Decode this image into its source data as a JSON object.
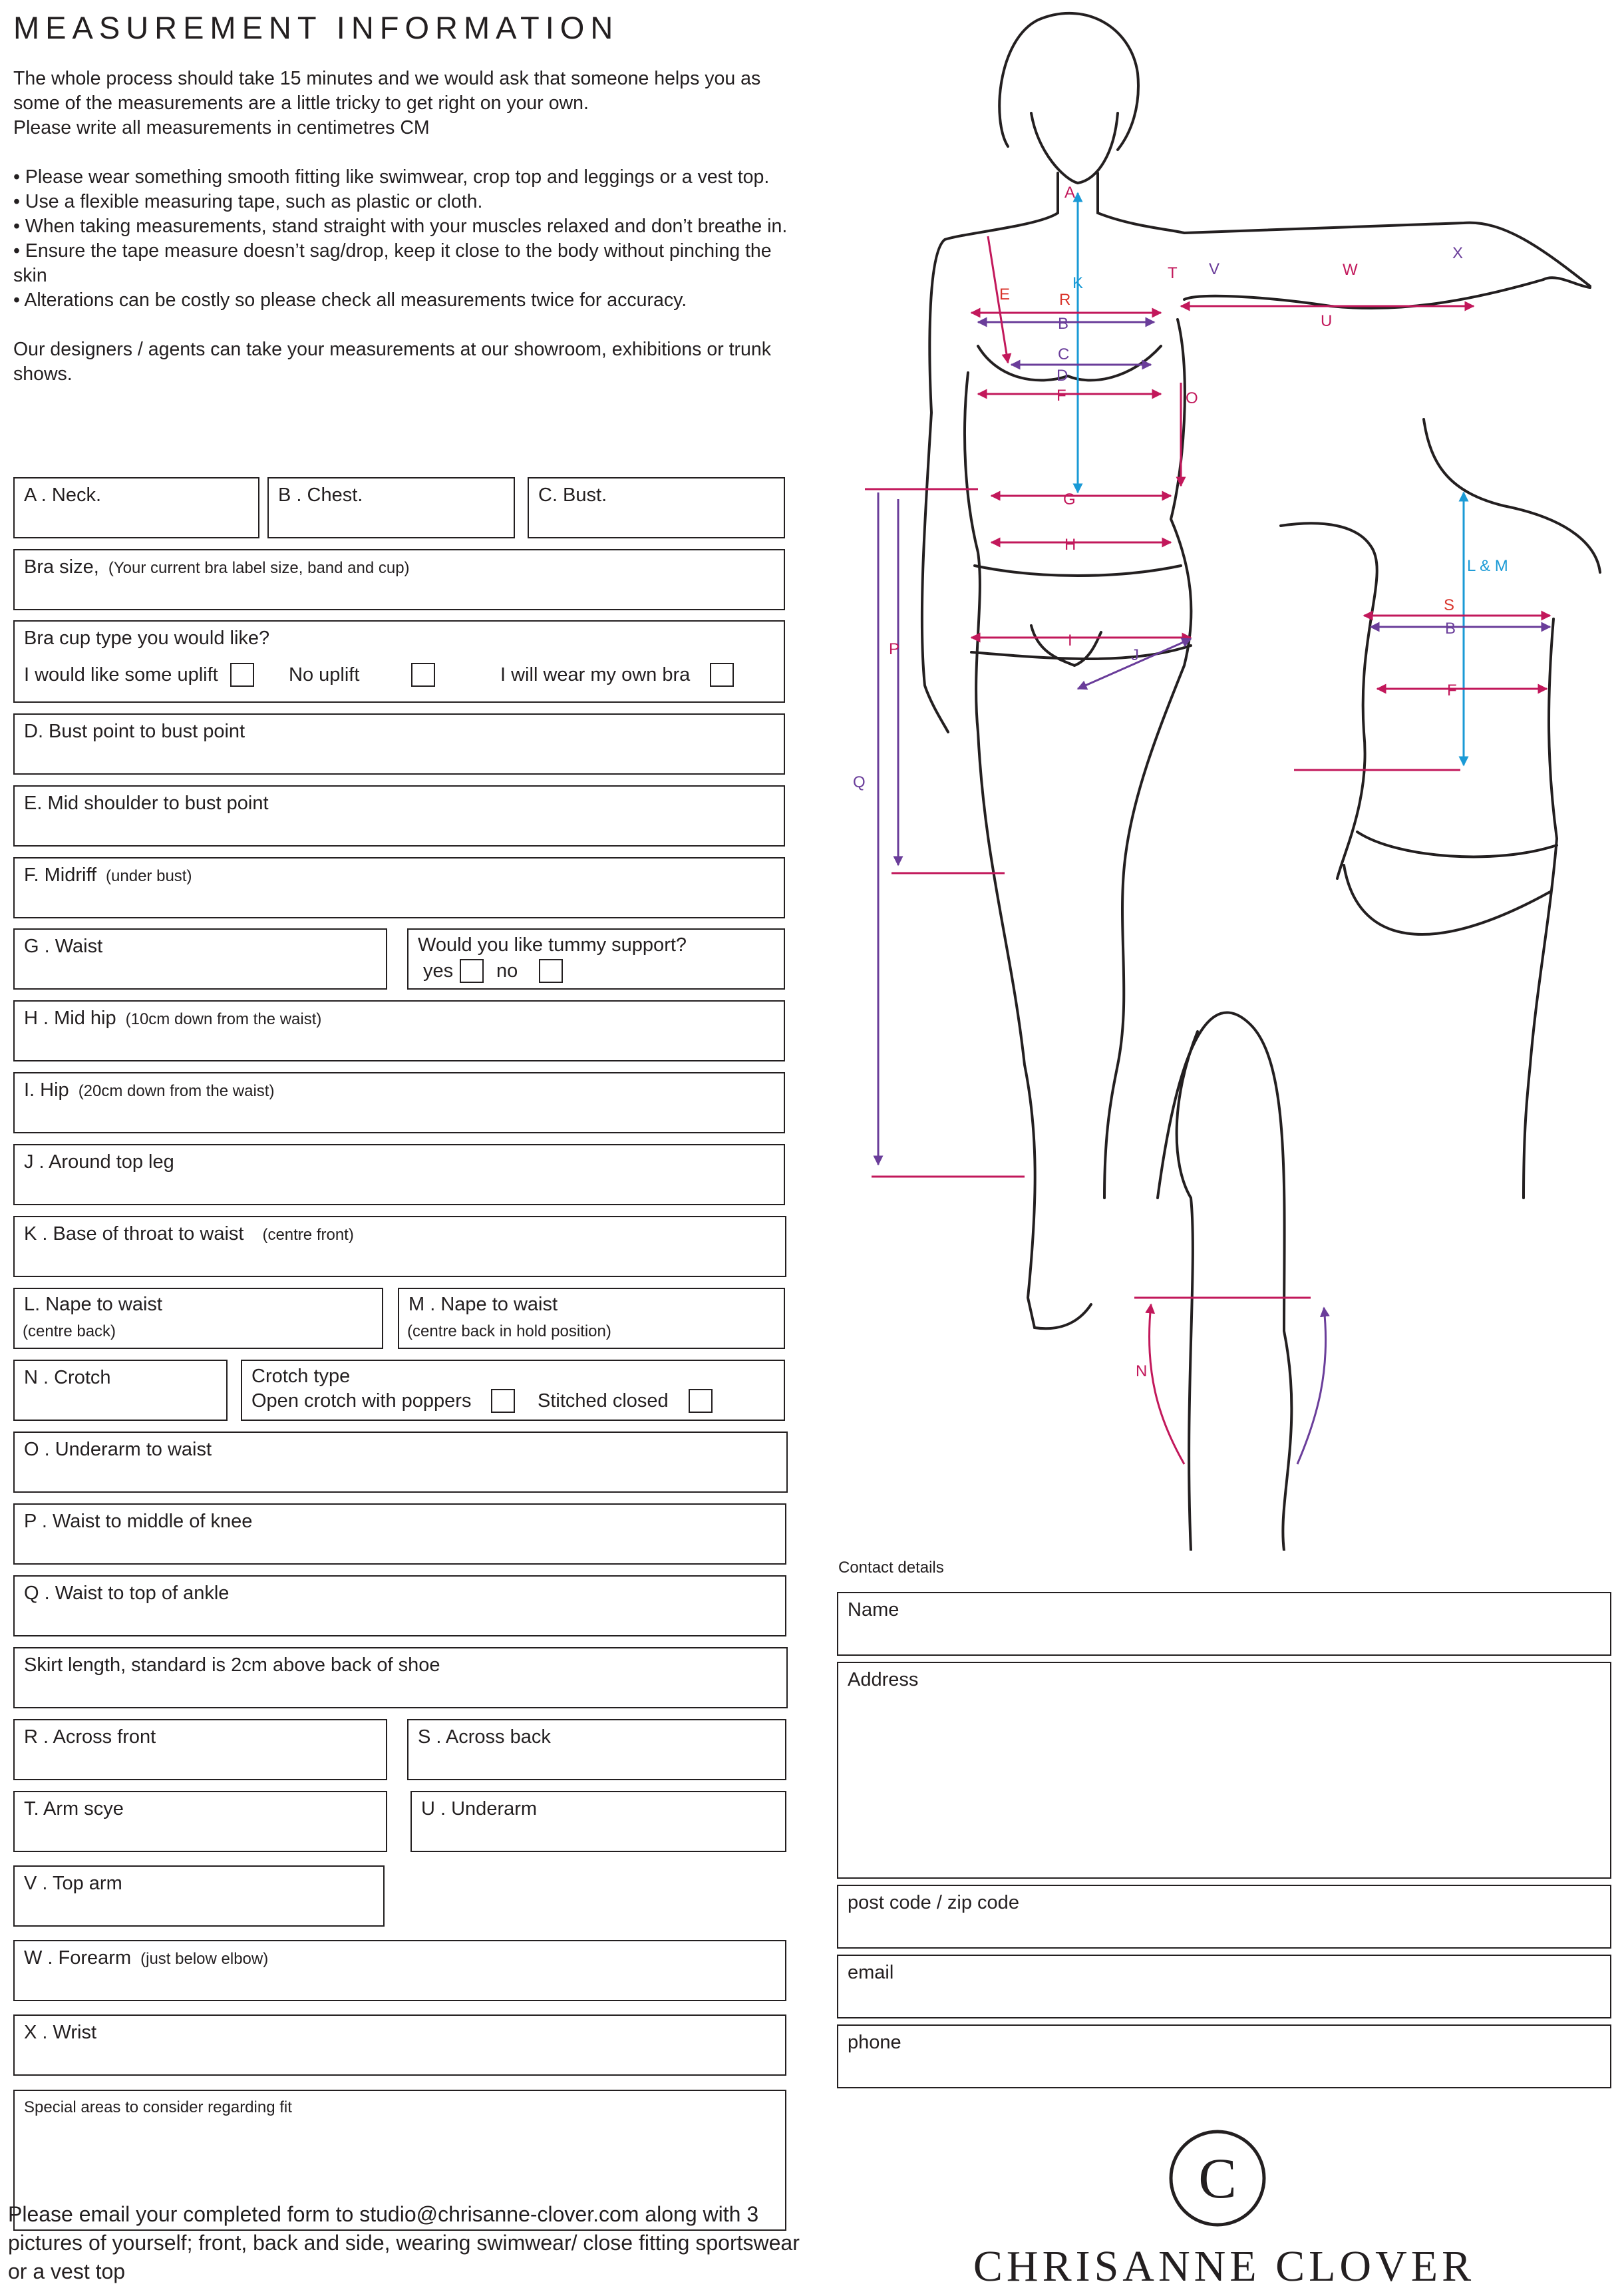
{
  "header": {
    "title": "MEASUREMENT INFORMATION"
  },
  "intro": {
    "p1": "The whole process should take 15 minutes and we would ask that someone helps you as some of the measurements are a little tricky to get right on your own.",
    "p2": "Please write all measurements in centimetres CM",
    "bullets": [
      "• Please wear something smooth fitting like swimwear, crop top and leggings or a vest top.",
      "• Use a flexible measuring tape, such as plastic or cloth.",
      "• When taking measurements, stand straight with your muscles relaxed and don’t breathe in.",
      "• Ensure the tape measure doesn’t sag/drop, keep it close to the body without pinching the skin",
      "• Alterations can be costly so please check all measurements twice for accuracy."
    ],
    "p3": "Our designers / agents can take your measurements at our showroom, exhibitions or trunk shows."
  },
  "form": {
    "neck": "A . Neck.",
    "chest": "B . Chest.",
    "bust": "C. Bust.",
    "bra_size": "Bra size,",
    "bra_size_note": "(Your current bra label size, band and cup)",
    "cup_type": "Bra cup type you would like?",
    "cup_opt1": "I would like some uplift",
    "cup_opt2": "No uplift",
    "cup_opt3": "I will wear my own bra",
    "bust_point": "D. Bust point to bust point",
    "shoulder_bust": "E. Mid shoulder to bust point",
    "midriff": "F. Midriff",
    "midriff_note": "(under bust)",
    "waist": "G . Waist",
    "tummy": "Would you like tummy support?",
    "tummy_yes": "yes",
    "tummy_no": "no",
    "mid_hip": "H . Mid hip",
    "mid_hip_note": "(10cm down from the waist)",
    "hip": "I. Hip",
    "hip_note": "(20cm down from the waist)",
    "top_leg": "J . Around top leg",
    "throat_waist": "K . Base of throat to waist",
    "throat_waist_note": "(centre front)",
    "nape_waist": "L. Nape to waist",
    "nape_waist_note": "(centre back)",
    "nape_waist_hold": "M . Nape to waist",
    "nape_waist_hold_note": "(centre back in hold position)",
    "crotch": "N . Crotch",
    "crotch_type": "Crotch type",
    "crotch_opt1": "Open crotch with poppers",
    "crotch_opt2": "Stitched closed",
    "underarm_waist": "O . Underarm to waist",
    "waist_knee": "P . Waist to middle of knee",
    "waist_ankle": "Q . Waist to top of ankle",
    "skirt": "Skirt length, standard is 2cm above back of shoe",
    "across_front": "R . Across front",
    "across_back": "S . Across back",
    "arm_scye": "T. Arm scye",
    "underarm": "U . Underarm",
    "top_arm": "V . Top arm",
    "forearm": "W . Forearm",
    "forearm_note": "(just below elbow)",
    "wrist": "X . Wrist",
    "special": "Special areas to consider regarding fit"
  },
  "footer": {
    "text": "Please email your completed form to studio@chrisanne-clover.com along with 3 pictures of yourself; front, back and side, wearing swimwear/ close fitting sportswear or a vest top"
  },
  "contact": {
    "heading": "Contact details",
    "name": "Name",
    "address": "Address",
    "postcode": "post code / zip code",
    "email": "email",
    "phone": "phone"
  },
  "brand": {
    "logo_letter": "C",
    "name": "CHRISANNE CLOVER"
  },
  "diagram": {
    "labels": {
      "A": "A",
      "B": "B",
      "C": "C",
      "D": "D",
      "E": "E",
      "F": "F",
      "G": "G",
      "H": "H",
      "I": "I",
      "J": "J",
      "K": "K",
      "LM": "L & M",
      "N": "N",
      "O": "O",
      "P": "P",
      "Q": "Q",
      "R": "R",
      "S": "S",
      "T": "T",
      "U": "U",
      "V": "V",
      "W": "W",
      "X": "X"
    },
    "colors": {
      "magenta": "#c2185b",
      "purple": "#6a3d9a",
      "cyan": "#1a9ad6",
      "red": "#d9342b"
    }
  }
}
